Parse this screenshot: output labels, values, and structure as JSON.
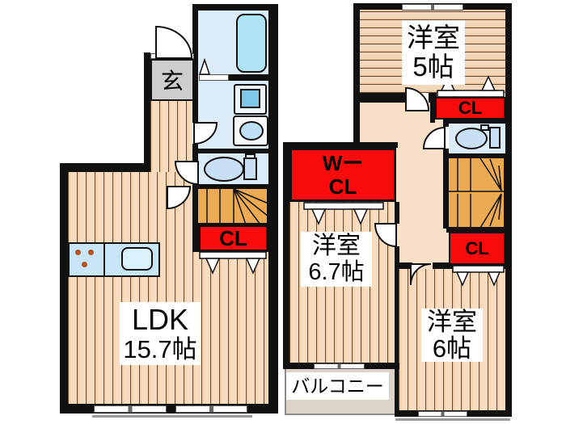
{
  "floor1": {
    "entrance_label": "玄",
    "ldk": {
      "name": "LDK",
      "size": "15.7帖"
    },
    "closet_label": "CL"
  },
  "floor2": {
    "room_top": {
      "name": "洋室",
      "size": "5帖"
    },
    "room_mid": {
      "name": "洋室",
      "size": "6.7帖"
    },
    "room_right": {
      "name": "洋室",
      "size": "6帖"
    },
    "walk_in_closet": {
      "line1": "Wー",
      "line2": "CL"
    },
    "closet_top_label": "CL",
    "closet_bottom_label": "CL",
    "balcony_label": "バルコニー"
  },
  "colors": {
    "closet_red": "#fa0b0b",
    "floor_base": "#f7dcbf",
    "stairs_orange": "#ecab52",
    "wet_room_blue": "#dcebf8",
    "bathtub_blue": "#aee4f5",
    "entrance_gray": "#cdcdcd",
    "balcony_gray": "#dcd4c9",
    "wall_black": "#111111"
  }
}
